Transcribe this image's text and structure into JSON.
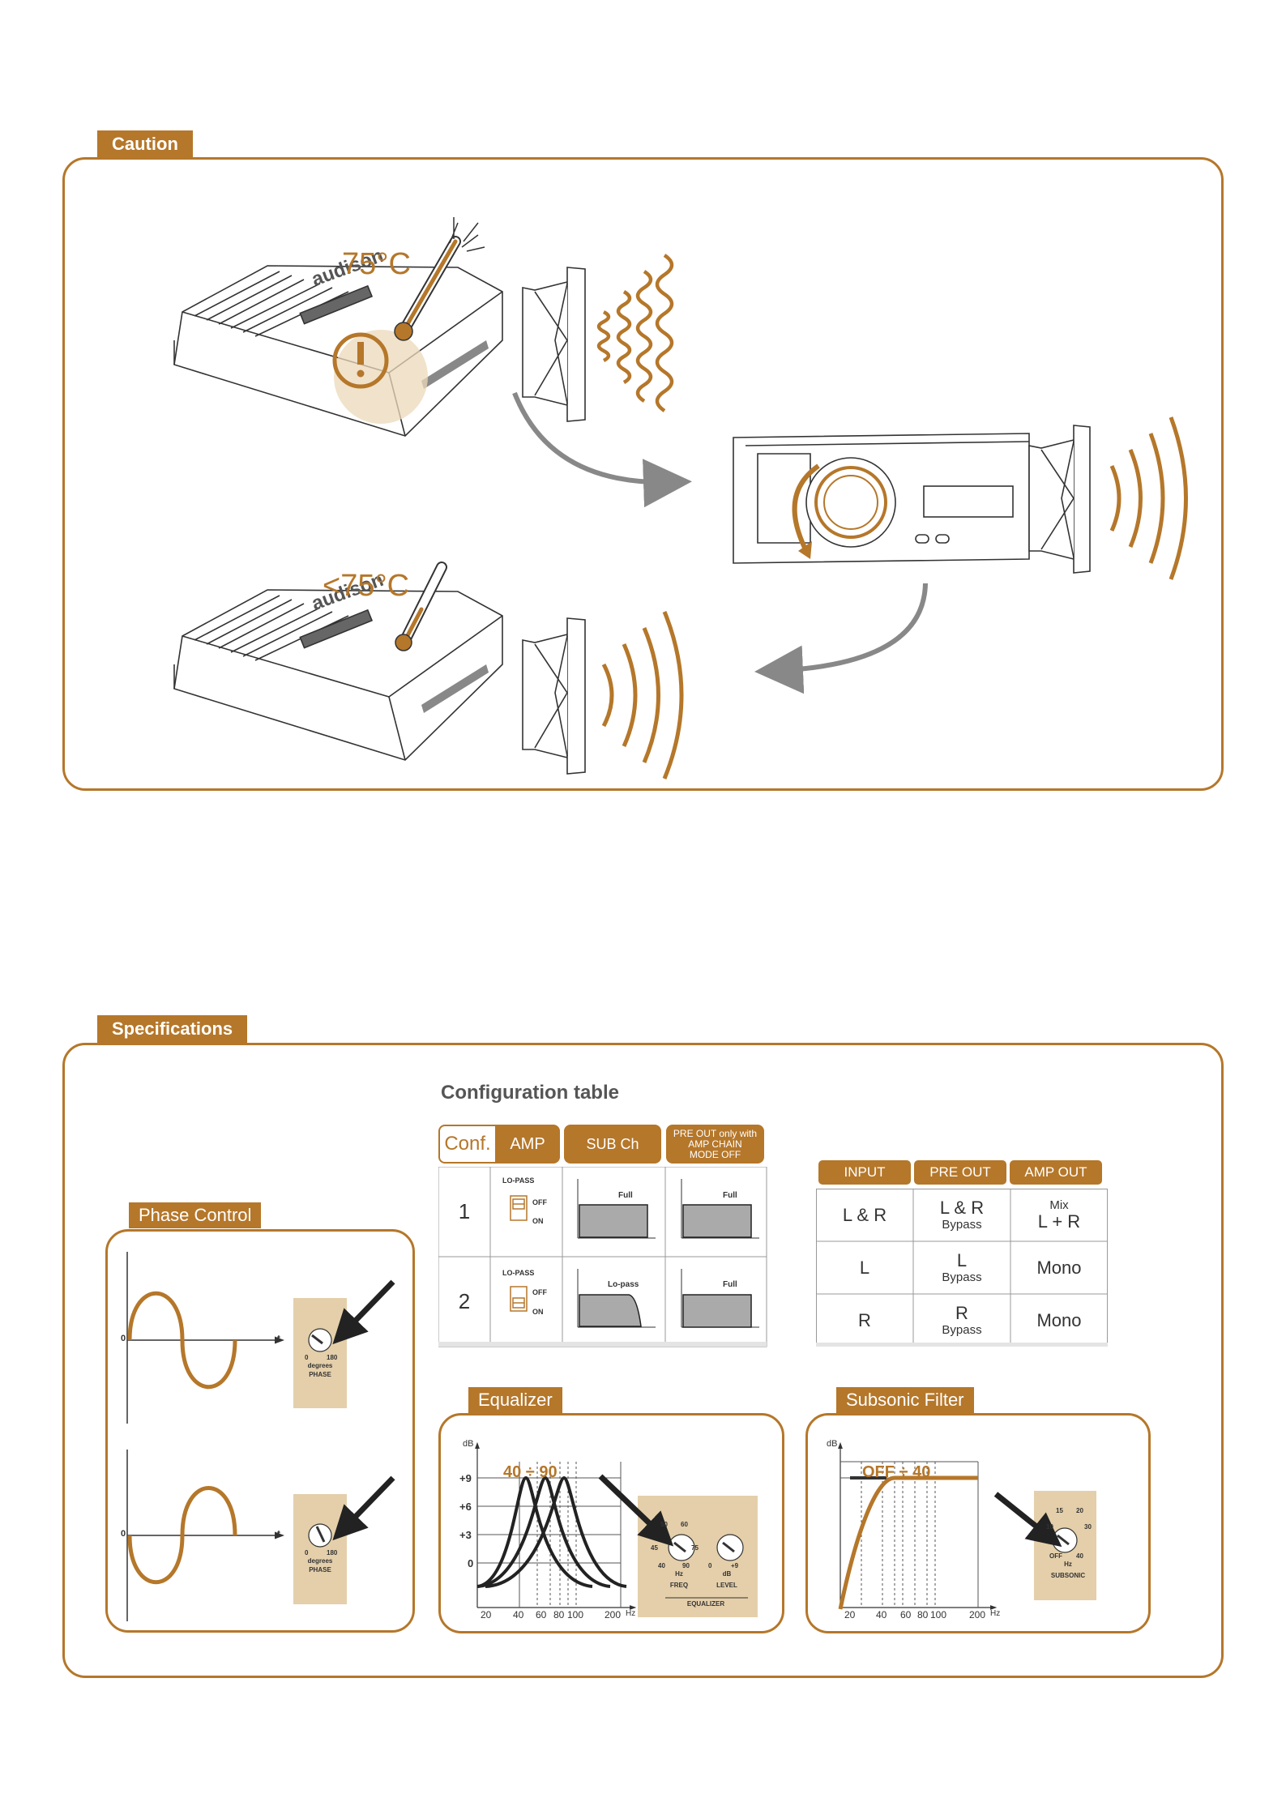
{
  "caution": {
    "tag": "Caution",
    "hot_temp": "75°C",
    "cool_temp": "<75°C",
    "brand": "audison"
  },
  "specs": {
    "tag": "Specifications",
    "config_title": "Configuration table",
    "config_headers": {
      "conf": "Conf.",
      "amp": "AMP",
      "sub": "SUB Ch",
      "pre_line1": "PRE OUT only with",
      "pre_line2": "AMP CHAIN",
      "pre_line3": "MODE OFF"
    },
    "config_rows": [
      {
        "num": "1",
        "lopass": "LO-PASS",
        "off": "OFF",
        "on": "ON",
        "sub_label": "Full",
        "pre_label": "Full"
      },
      {
        "num": "2",
        "lopass": "LO-PASS",
        "off": "OFF",
        "on": "ON",
        "sub_label": "Lo-pass",
        "pre_label": "Full"
      }
    ],
    "io_headers": [
      "INPUT",
      "PRE OUT",
      "AMP OUT"
    ],
    "io_rows": [
      {
        "input": "L & R",
        "pre_main": "L & R",
        "pre_sub": "Bypass",
        "amp_top": "Mix",
        "amp_main": "L + R"
      },
      {
        "input": "L",
        "pre_main": "L",
        "pre_sub": "Bypass",
        "amp_main": "Mono"
      },
      {
        "input": "R",
        "pre_main": "R",
        "pre_sub": "Bypass",
        "amp_main": "Mono"
      }
    ],
    "phase": {
      "tag": "Phase Control",
      "zero": "0",
      "t": "t",
      "knob1": {
        "min": "0",
        "max": "180",
        "unit": "degrees",
        "name": "PHASE"
      },
      "knob2": {
        "min": "0",
        "max": "180",
        "unit": "degrees",
        "name": "PHASE"
      }
    },
    "equalizer": {
      "tag": "Equalizer",
      "db": "dB",
      "y_ticks": [
        "+9",
        "+6",
        "+3",
        "0"
      ],
      "x_ticks": [
        "20",
        "40",
        "60",
        "80",
        "100",
        "200"
      ],
      "hz": "Hz",
      "range": "40 ÷ 90",
      "freq_knob": {
        "l1": "50",
        "l2": "60",
        "l3": "45",
        "l4": "75",
        "l5": "40",
        "l6": "90",
        "unit": "Hz",
        "name": "FREQ"
      },
      "level_knob": {
        "min": "0",
        "max": "+9",
        "unit": "dB",
        "name": "LEVEL"
      },
      "group": "EQUALIZER"
    },
    "subsonic": {
      "tag": "Subsonic Filter",
      "db": "dB",
      "x_ticks": [
        "20",
        "40",
        "60",
        "80",
        "100",
        "200"
      ],
      "hz": "Hz",
      "range": "OFF ÷ 40",
      "knob": {
        "l1": "15",
        "l2": "20",
        "l3": "10",
        "l4": "30",
        "l5": "OFF",
        "l6": "40",
        "unit": "Hz",
        "name": "SUBSONIC"
      }
    }
  }
}
